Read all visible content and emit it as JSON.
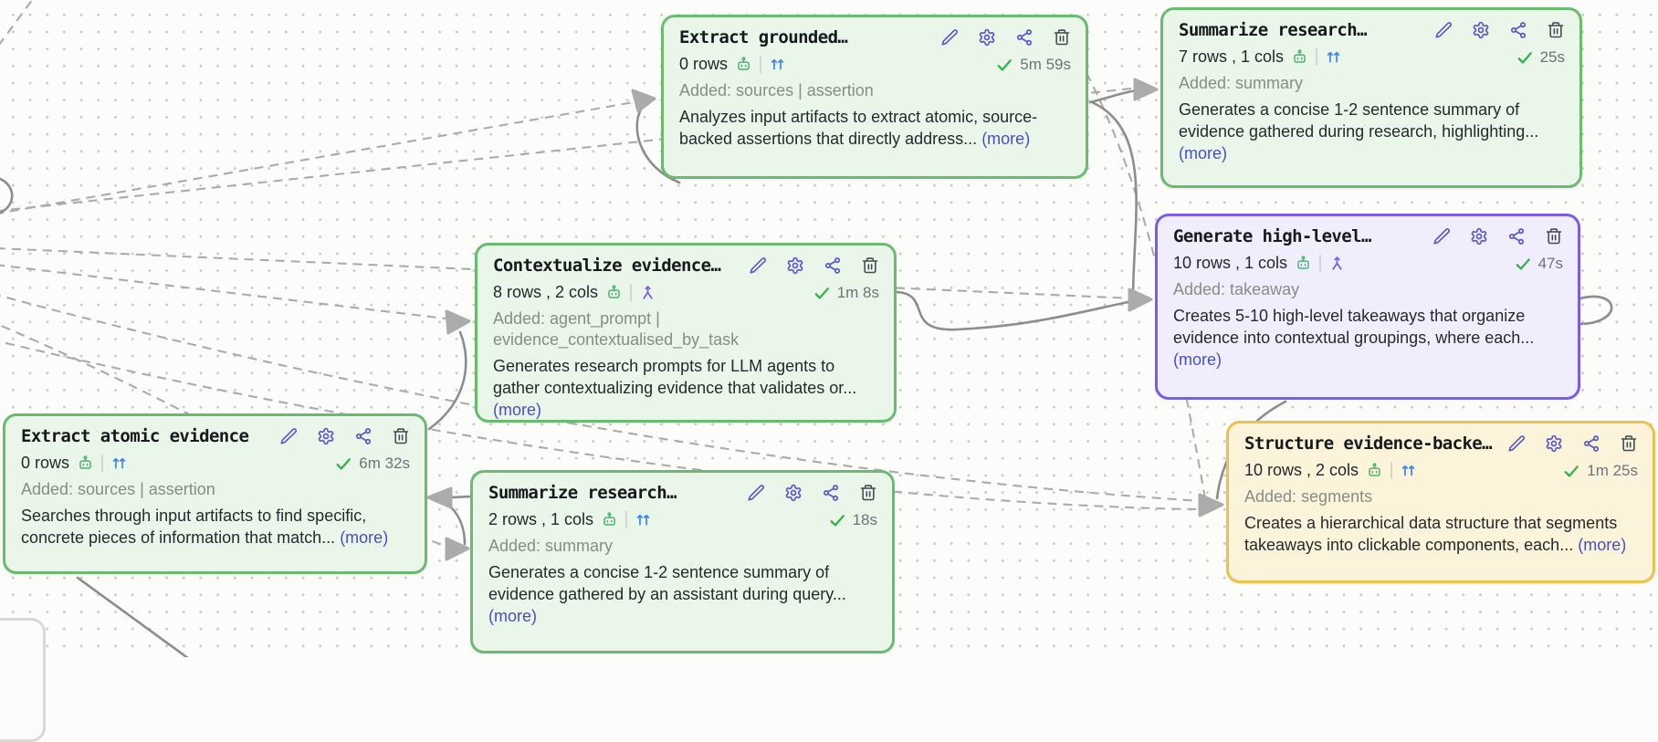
{
  "canvas": {
    "background_color": "#fcfcfb",
    "dot_grid_color": "#c9c9c5",
    "edge_solid_color": "#8d8d8d",
    "edge_dashed_color": "#ababab",
    "arrowhead_color": "#ababab"
  },
  "colors": {
    "node_green_border": "#6abb6f",
    "node_green_bg": "#e9f6e9",
    "node_purple_border": "#7a5ce8",
    "node_purple_bg": "#f0edfc",
    "node_yellow_border": "#ecc14c",
    "node_yellow_bg": "#fbf4db",
    "action_icon_indigo": "#5a58cf",
    "trash_icon_gray": "#454b52",
    "robot_icon_green": "#4db472",
    "arrows_icon_blue": "#3f86f3",
    "merge_icon_purple": "#7a5ce8",
    "check_green": "#37b14e",
    "more_link": "#4a4ec6",
    "added_text_gray": "#878d85",
    "duration_gray": "#6d7379"
  },
  "icons": {
    "actions": [
      "edit",
      "settings",
      "share",
      "delete"
    ],
    "row_source": "robot",
    "io_variants": [
      "double-up-arrows",
      "merge-arrows"
    ],
    "status": "check"
  },
  "nodes": [
    {
      "id": "extract-grounded",
      "title": "Extract grounded…",
      "stats": "0 rows",
      "duration": "5m 59s",
      "added": "Added: sources | assertion",
      "description": "Analyzes input artifacts to extract atomic, source-backed assertions that directly address...",
      "more_label": "(more)",
      "color": "green",
      "io_icon": "double-up-arrows",
      "status": "success"
    },
    {
      "id": "summarize-research-top",
      "title": "Summarize research…",
      "stats": "7 rows , 1 cols",
      "duration": "25s",
      "added": "Added: summary",
      "description": "Generates a concise 1-2 sentence summary of evidence gathered during research, highlighting...",
      "more_label": "(more)",
      "color": "green",
      "io_icon": "double-up-arrows",
      "status": "success"
    },
    {
      "id": "contextualize-evidence",
      "title": "Contextualize evidence…",
      "stats": "8 rows , 2 cols",
      "duration": "1m 8s",
      "added": "Added: agent_prompt | evidence_contextualised_by_task",
      "description": "Generates research prompts for LLM agents to gather contextualizing evidence that validates or...",
      "more_label": "(more)",
      "color": "green",
      "io_icon": "merge-arrows",
      "status": "success"
    },
    {
      "id": "generate-high-level",
      "title": "Generate high-level…",
      "stats": "10 rows , 1 cols",
      "duration": "47s",
      "added": "Added: takeaway",
      "description": "Creates 5-10 high-level takeaways that organize evidence into contextual groupings, where each...",
      "more_label": "(more)",
      "color": "purple",
      "io_icon": "merge-arrows",
      "status": "success"
    },
    {
      "id": "extract-atomic-evidence",
      "title": "Extract atomic evidence",
      "stats": "0 rows",
      "duration": "6m 32s",
      "added": "Added: sources | assertion",
      "description": "Searches through input artifacts to find specific, concrete pieces of information that match...",
      "more_label": "(more)",
      "color": "green",
      "io_icon": "double-up-arrows",
      "status": "success"
    },
    {
      "id": "summarize-research-bottom",
      "title": "Summarize research…",
      "stats": "2 rows , 1 cols",
      "duration": "18s",
      "added": "Added: summary",
      "description": "Generates a concise 1-2 sentence summary of evidence gathered by an assistant during query...",
      "more_label": "(more)",
      "color": "green",
      "io_icon": "double-up-arrows",
      "status": "success"
    },
    {
      "id": "structure-evidence-backed",
      "title": "Structure evidence-backe…",
      "stats": "10 rows , 2 cols",
      "duration": "1m 25s",
      "added": "Added: segments",
      "description": "Creates a hierarchical data structure that segments takeaways into clickable components, each...",
      "more_label": "(more)",
      "color": "yellow",
      "io_icon": "double-up-arrows",
      "status": "success"
    }
  ],
  "edges": [
    {
      "from": "offscreen-left",
      "to": "extract-grounded",
      "style": "dashed"
    },
    {
      "from": "offscreen-left",
      "to": "summarize-research-top",
      "style": "dashed"
    },
    {
      "from": "offscreen-left",
      "to": "contextualize-evidence",
      "style": "dashed"
    },
    {
      "from": "offscreen-left",
      "to": "generate-high-level",
      "style": "dashed"
    },
    {
      "from": "offscreen-left",
      "to": "summarize-research-bottom",
      "style": "dashed"
    },
    {
      "from": "offscreen-left",
      "to": "structure-evidence-backed",
      "style": "dashed"
    },
    {
      "from": "extract-grounded",
      "to": "summarize-research-top",
      "style": "solid"
    },
    {
      "from": "extract-grounded",
      "to": "generate-high-level",
      "style": "solid"
    },
    {
      "from": "contextualize-evidence",
      "to": "generate-high-level",
      "style": "solid"
    },
    {
      "from": "generate-high-level",
      "to": "structure-evidence-backed",
      "style": "solid"
    },
    {
      "from": "extract-atomic-evidence",
      "to": "contextualize-evidence",
      "style": "solid"
    },
    {
      "from": "extract-grounded",
      "to": "structure-evidence-backed",
      "style": "dashed"
    },
    {
      "from": "summarize-research-bottom",
      "to": "extract-atomic-evidence",
      "style": "solid"
    }
  ]
}
